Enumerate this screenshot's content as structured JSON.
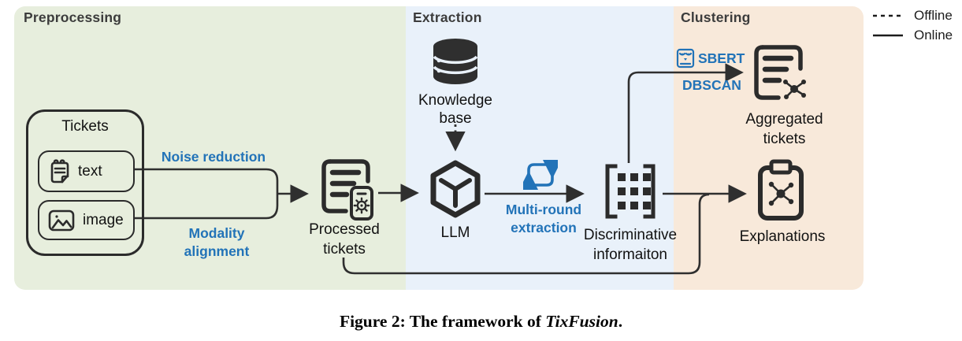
{
  "figure": "diagram",
  "stages": {
    "preprocessing": {
      "title": "Preprocessing"
    },
    "extraction": {
      "title": "Extraction"
    },
    "clustering": {
      "title": "Clustering"
    }
  },
  "legend": {
    "items": [
      {
        "style": "dashed",
        "label": "Offline"
      },
      {
        "style": "solid",
        "label": "Online"
      }
    ]
  },
  "nodes": {
    "tickets": {
      "title": "Tickets",
      "text_item": "text",
      "image_item": "image"
    },
    "processed": {
      "label": "Processed tickets"
    },
    "knowledge_base": {
      "label": "Knowledge base"
    },
    "llm": {
      "label": "LLM"
    },
    "discriminative": {
      "label": "Discriminative informaiton"
    },
    "aggregated": {
      "label": "Aggregated tickets"
    },
    "explanations": {
      "label": "Explanations"
    }
  },
  "edges": {
    "noise_reduction": "Noise reduction",
    "modality_alignment": "Modality alignment",
    "multi_round": "Multi-round extraction",
    "sbert": "SBERT",
    "dbscan": "DBSCAN"
  },
  "caption": {
    "prefix": "Figure 2: The framework of ",
    "emphasis": "TixFusion",
    "suffix": "."
  },
  "colors": {
    "preprocessing_bg": "#e7eedd",
    "extraction_bg": "#e9f1fa",
    "clustering_bg": "#f8e9da",
    "line_stroke": "#2f2f2f",
    "accent_blue": "#2273b8",
    "heading_text": "#3c3c3c",
    "label_text": "#121212"
  }
}
